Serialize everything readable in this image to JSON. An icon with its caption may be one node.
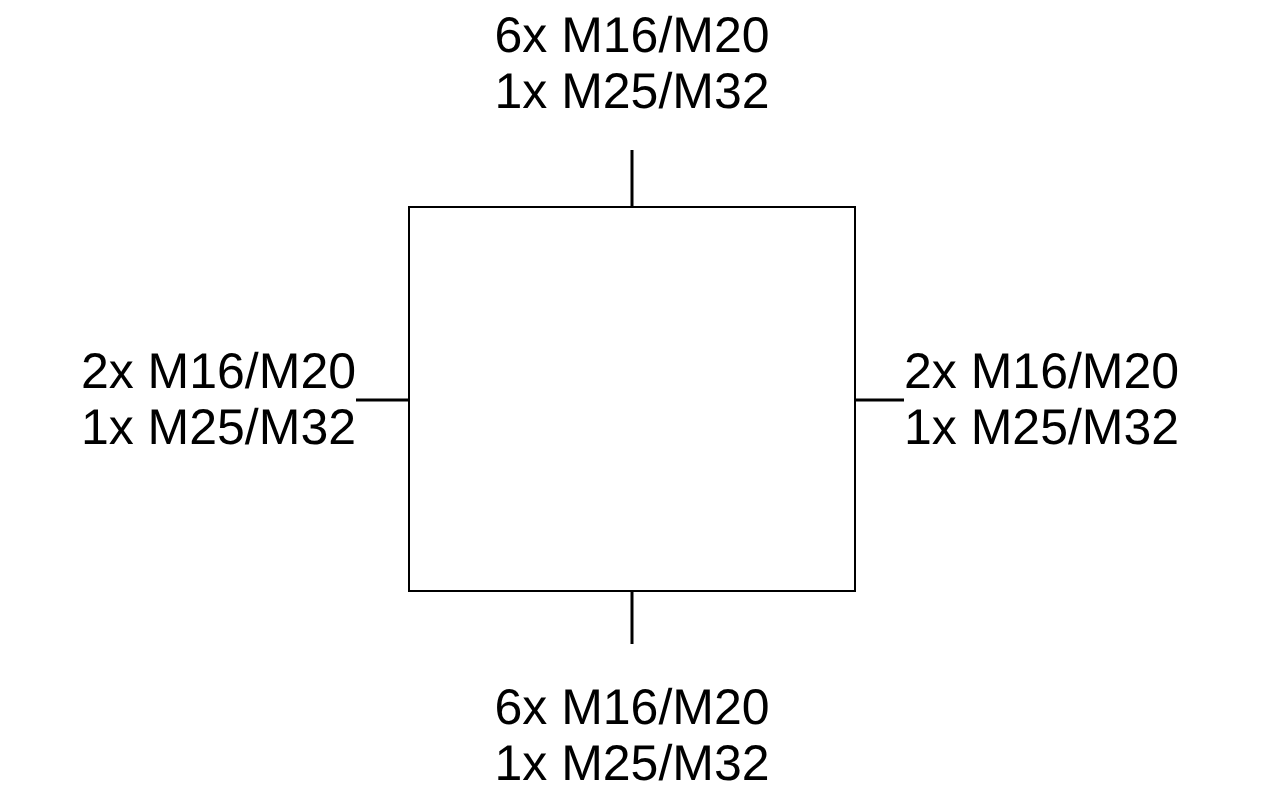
{
  "diagram": {
    "nodes": [
      {
        "text": [],
        "shape": "box"
      },
      {
        "text": [
          "6x M16/M20",
          "1x M25/M32"
        ]
      },
      {
        "text": [
          "2x M16/M20",
          "1x M25/M32"
        ]
      },
      {
        "text": [
          "2x M16/M20",
          "1x M25/M32"
        ]
      },
      {
        "text": [
          "6x M16/M20",
          "1x M25/M32"
        ]
      }
    ],
    "edges": [
      {
        "from": 1,
        "to": 0,
        "arrow": "none"
      },
      {
        "from": 2,
        "to": 0,
        "arrow": "none"
      },
      {
        "from": 3,
        "to": 0,
        "arrow": "none"
      },
      {
        "from": 4,
        "to": 0,
        "arrow": "none"
      }
    ]
  }
}
